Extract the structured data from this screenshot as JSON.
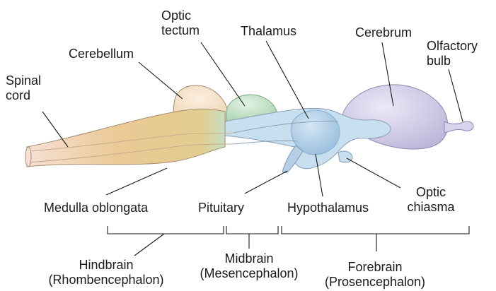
{
  "labels": {
    "optic_tectum": [
      "Optic",
      "tectum"
    ],
    "thalamus": "Thalamus",
    "cerebrum": "Cerebrum",
    "olfactory_bulb": [
      "Olfactory",
      "bulb"
    ],
    "cerebellum": "Cerebellum",
    "spinal_cord": [
      "Spinal",
      "cord"
    ],
    "medulla_oblongata": "Medulla oblongata",
    "pituitary": "Pituitary",
    "hypothalamus": "Hypothalamus",
    "optic_chiasma": [
      "Optic",
      "chiasma"
    ]
  },
  "divisions": {
    "hindbrain": [
      "Hindbrain",
      "(Rhombencephalon)"
    ],
    "midbrain": [
      "Midbrain",
      "(Mesencephalon)"
    ],
    "forebrain": [
      "Forebrain",
      "(Prosencephalon)"
    ]
  },
  "colors": {
    "hindbrain": "#f6e0d6",
    "medulla_fill": "#eccc9a",
    "cerebellum": "#f5e4cc",
    "optic_tectum": "#c2e2c6",
    "forebrain": "#c8dff0",
    "thalamus": "#a9cbe6",
    "cerebrum": "#d8d2ea",
    "outline": "#8b8b8b"
  }
}
